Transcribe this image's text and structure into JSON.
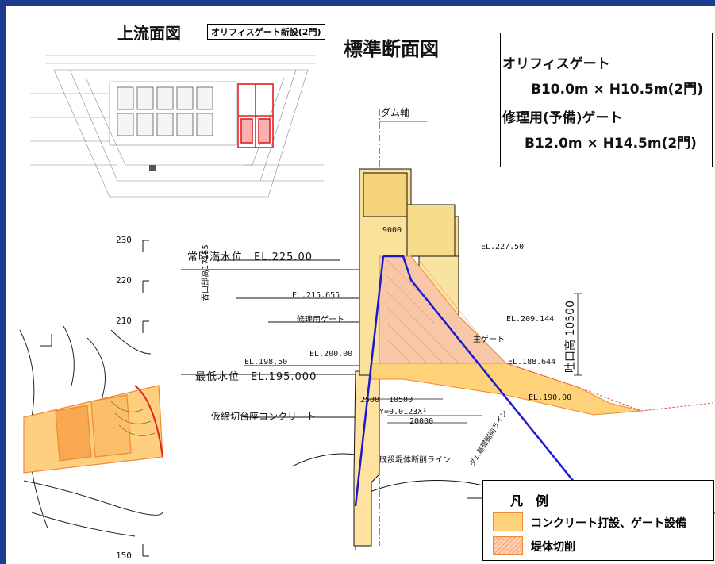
{
  "titles": {
    "upstream_view": "上流面図",
    "orifice_gate_new": "オリフィスゲート新設(2門)",
    "standard_section": "標準断面図"
  },
  "info_box": {
    "line1": "オリフィスゲート",
    "line2": "B10.0m × H10.5m(2門)",
    "line3": "修理用(予備)ゲート",
    "line4": "B12.0m × H14.5m(2門)"
  },
  "elevation_scale": {
    "ticks": [
      "230",
      "220",
      "210",
      "150"
    ]
  },
  "labels": {
    "dam_axis": "ダム軸",
    "normal_water_level": "常時満水位　EL.225.00",
    "minimum_water_level": "最低水位　EL.195.000",
    "el_227_50": "EL.227.50",
    "el_215_655": "EL.215.655",
    "el_209_144": "EL.209.144",
    "el_200_00": "EL.200.00",
    "el_198_50": "EL.198.50",
    "el_188_644": "EL.188.644",
    "el_190_00": "EL.190.00",
    "repair_gate": "修理用ゲート",
    "main_gate": "主ゲート",
    "inlet_height_left": "吞口部高17155",
    "outlet_height_right": "吐口高 10500",
    "dim_9000": "9000",
    "dim_2500": "2500",
    "dim_10500": "10500",
    "dim_20000": "20000",
    "curve_equation": "Y=0.0123X²",
    "temporary_concrete": "仮締切台座コンクリート",
    "existing_cut_line": "既設堤体断削ライン",
    "dam_excavation_line": "ダム基礎掘削ライン"
  },
  "legend": {
    "title": "凡　例",
    "items": [
      {
        "label": "コンクリート打設、ゲート設備",
        "style": "fill"
      },
      {
        "label": "堤体切削",
        "style": "hatch"
      }
    ]
  },
  "colors": {
    "frame_blue": "#1c3a8e",
    "concrete_fill": "#ffd27a",
    "cut_hatch": "#f3a070",
    "existing_line_blue": "#1a1ad0",
    "gate_red": "#e02020"
  }
}
